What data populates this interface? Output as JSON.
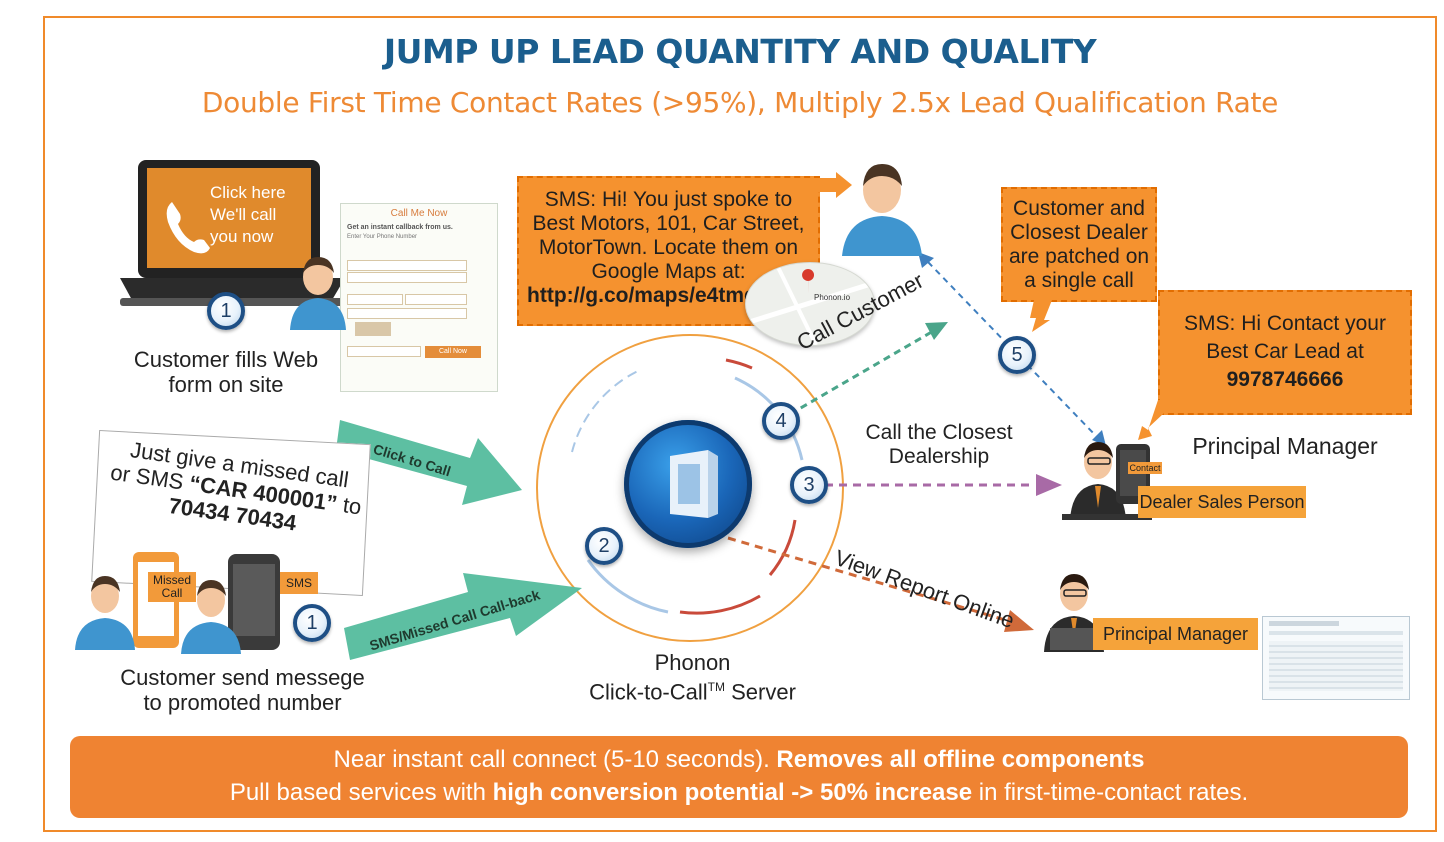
{
  "title": "JUMP UP LEAD QUANTITY AND QUALITY",
  "subtitle": "Double First Time Contact Rates (>95%), Multiply 2.5x Lead Qualification Rate",
  "laptop": {
    "screen_lines": [
      "Click here",
      "We'll call",
      "you now"
    ]
  },
  "web_form": {
    "title": "Call Me Now",
    "heading": "Get an instant callback from us.",
    "prompt": "Enter Your Phone Number",
    "button": "Call Now"
  },
  "step1_web_caption": [
    "Customer fills Web",
    "form on site"
  ],
  "missed_call_box": {
    "line1": "Just give a missed call",
    "line2_pre": "or SMS ",
    "line2_bold": "“CAR 400001”",
    "line2_post": " to",
    "line3": "70434 70434"
  },
  "phone_tags": {
    "missed_call": [
      "Missed",
      "Call"
    ],
    "sms": "SMS"
  },
  "step1_sms_caption": [
    "Customer send messege",
    "to promoted number"
  ],
  "arrows": {
    "click_to_call": "Click to Call",
    "sms_missed": "SMS/Missed Call Call-back"
  },
  "server": {
    "name": "Phonon",
    "subtitle_pre": "Click-to-Call",
    "tm": "TM",
    "subtitle_post": " Server"
  },
  "sms_box": {
    "lines": [
      "SMS: Hi! You just spoke to",
      "Best Motors, 101, Car Street,",
      "MotorTown. Locate them on",
      "Google Maps at:"
    ],
    "link": "http://g.co/maps/e4tmq"
  },
  "map_label": "Phonon.io",
  "patched_box": [
    "Customer and",
    "Closest Dealer",
    "are patched on",
    "a single call"
  ],
  "lead_box": {
    "line1": "SMS: Hi Contact your",
    "line2": "Best Car Lead at",
    "number": "9978746666"
  },
  "labels": {
    "call_customer": "Call Customer",
    "call_closest": [
      "Call the Closest",
      "Dealership"
    ],
    "view_report": "View Report Online",
    "principal_manager_top": "Principal Manager",
    "dealer_sales": "Dealer Sales Person",
    "contact": "Contact",
    "principal_manager_bottom": "Principal Manager"
  },
  "steps": [
    "1",
    "1",
    "2",
    "3",
    "4",
    "5"
  ],
  "bottom": {
    "line1_normal": "Near instant call connect (5-10 seconds). ",
    "line1_bold": "Removes all offline components",
    "line2_a": "Pull based services with ",
    "line2_b": "high conversion potential -> 50% increase",
    "line2_c": " in first-time-contact rates."
  },
  "colors": {
    "title": "#1b5e8e",
    "subtitle": "#ee8a35",
    "orange": "#f5922f",
    "teal_arrow": "#5dbfa2",
    "bottom_bar": "#ef8332"
  }
}
